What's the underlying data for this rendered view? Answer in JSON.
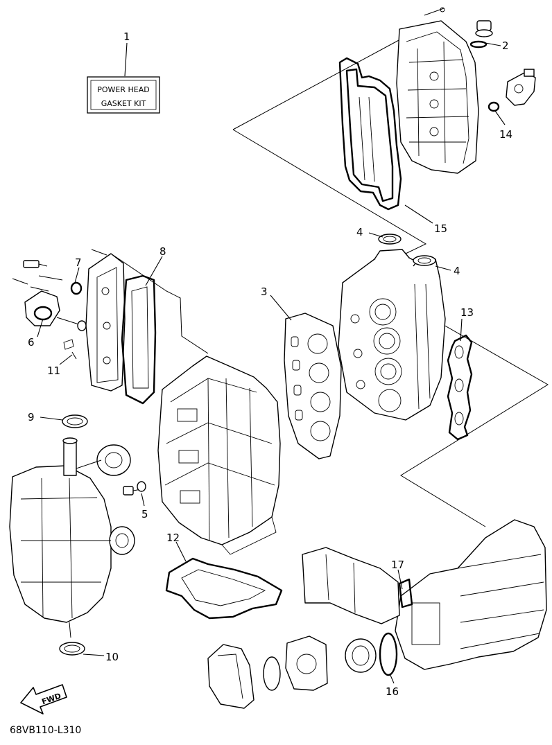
{
  "kit_label": {
    "line1": "POWER HEAD",
    "line2": "GASKET KIT"
  },
  "diagram_code": "68VB110-L310",
  "fwd_label": "FWD",
  "callouts": {
    "c1": "1",
    "c2": "2",
    "c3": "3",
    "c4a": "4",
    "c4b": "4",
    "c5": "5",
    "c6": "6",
    "c7": "7",
    "c8": "8",
    "c9": "9",
    "c10": "10",
    "c11": "11",
    "c12": "12",
    "c13": "13",
    "c14": "14",
    "c15": "15",
    "c16": "16",
    "c17": "17"
  },
  "icons": [
    "fwd-arrow-icon"
  ]
}
